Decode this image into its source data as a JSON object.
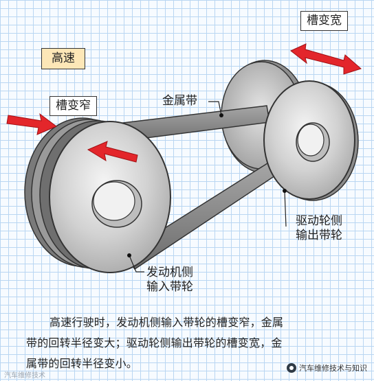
{
  "labels": {
    "high_speed": "高速",
    "groove_narrow": "槽变窄",
    "groove_wide": "槽变宽",
    "metal_belt": "金属带",
    "drive_side_line1": "驱动轮侧",
    "drive_side_line2": "输出带轮",
    "engine_side_line1": "发动机侧",
    "engine_side_line2": "输入带轮"
  },
  "caption": {
    "line1": "高速行驶时，发动机侧输入带轮的槽变窄，金属",
    "line2": "带的回转半径变大；驱动轮侧输出带轮的槽变宽，金",
    "line3": "属带的回转半径变小。"
  },
  "watermarks": {
    "left": "汽车维修技术",
    "right": "汽车维修技术与知识"
  },
  "colors": {
    "arrow": "#e3262b",
    "pulley_face": "#d5d5d5",
    "pulley_edge": "#5a5a5a",
    "belt": "#8a8a8a",
    "hub": "#f2f2f2",
    "speed_box": "#fde7b7",
    "grid": "#b9d6f2"
  }
}
